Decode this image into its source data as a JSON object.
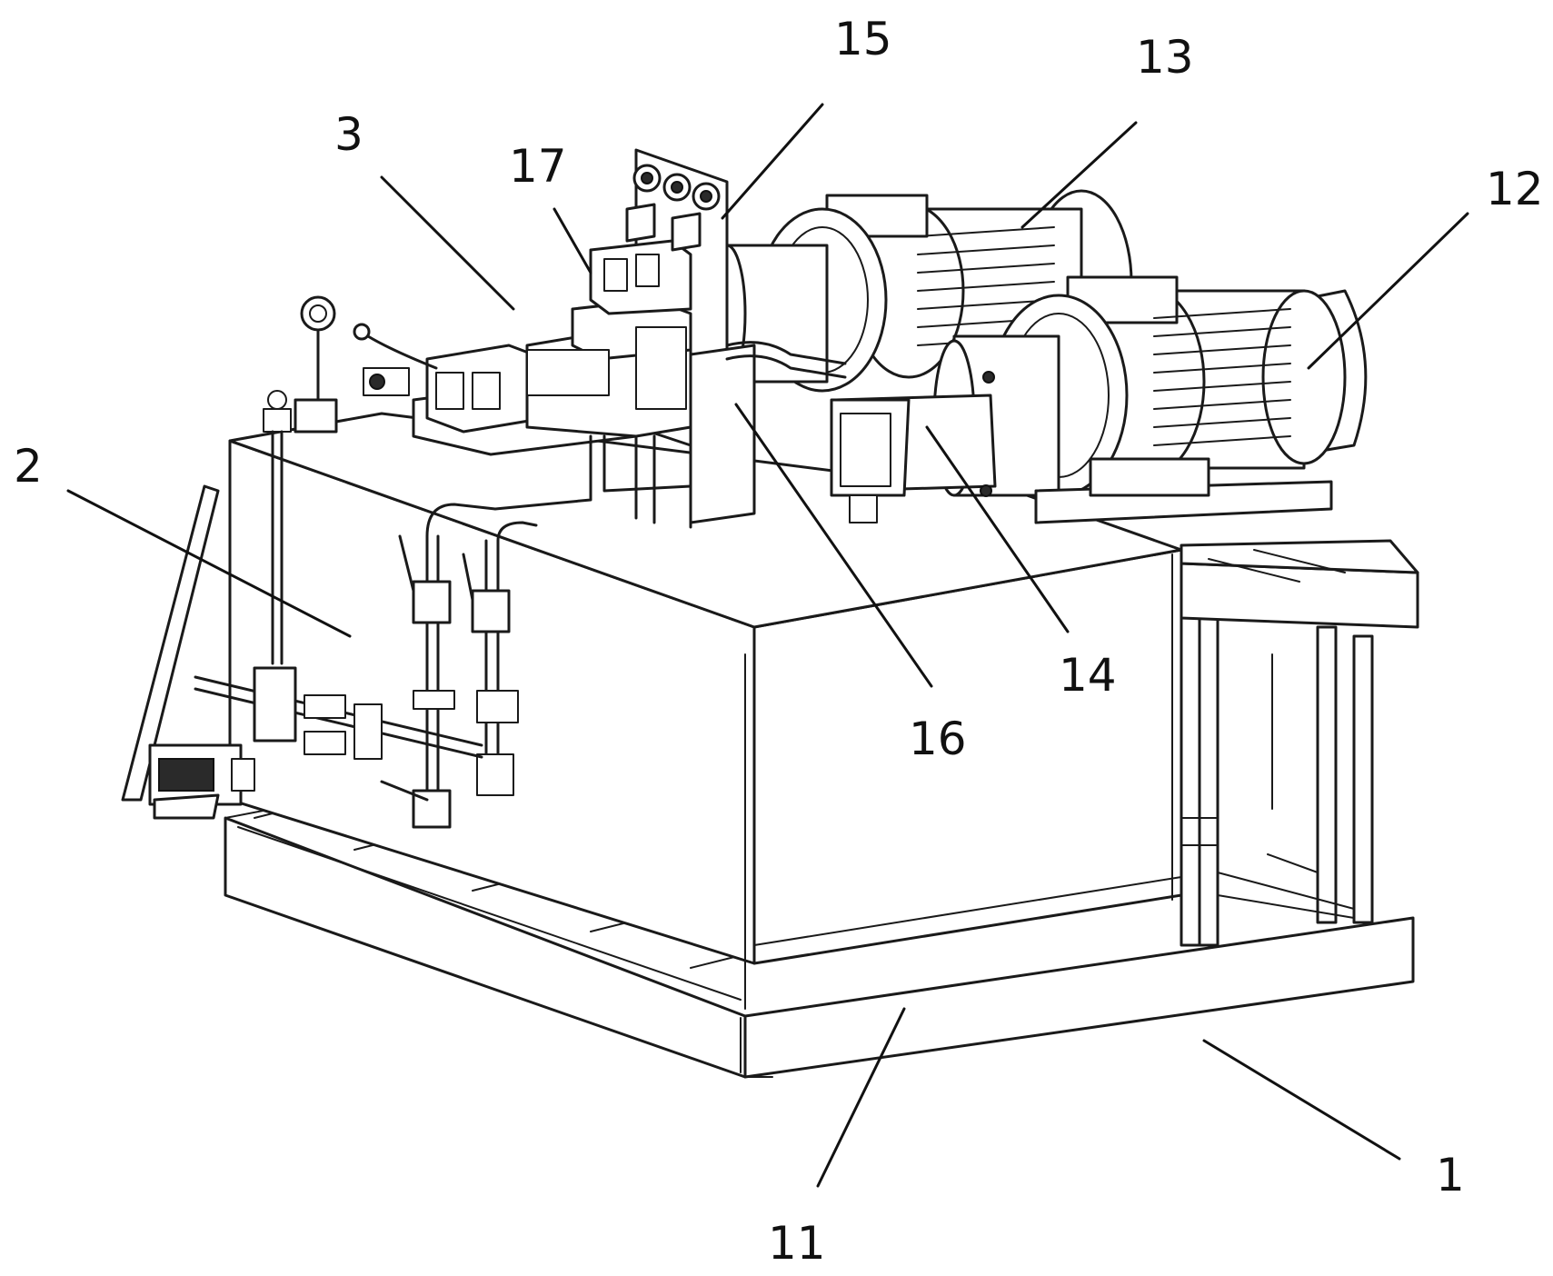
{
  "labels": {
    "l1": "1",
    "l2": "2",
    "l3": "3",
    "l11": "11",
    "l12": "12",
    "l13": "13",
    "l14": "14",
    "l15": "15",
    "l16": "16",
    "l17": "17"
  },
  "colors": {
    "line": "#1a1a1a",
    "background": "#ffffff"
  }
}
